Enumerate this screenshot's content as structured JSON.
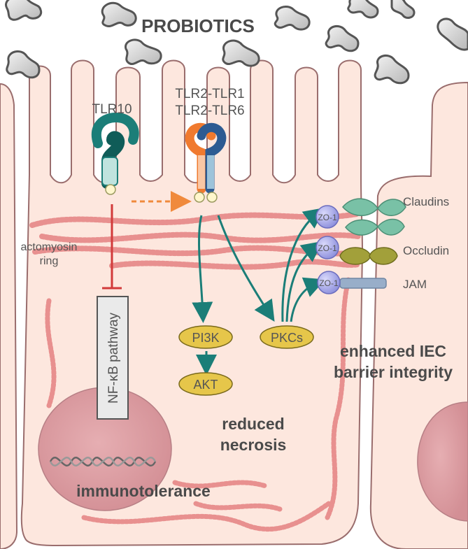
{
  "title": "PROBIOTICS",
  "receptors": {
    "tlr10": "TLR10",
    "tlr2_tlr1": "TLR2-TLR1",
    "tlr2_tlr6": "TLR2-TLR6"
  },
  "cytoskeleton": {
    "line1": "actomyosin",
    "line2": "ring"
  },
  "pathway": "NF-κB pathway",
  "kinases": {
    "pi3k": "PI3K",
    "akt": "AKT",
    "pkcs": "PKCs"
  },
  "junctions": {
    "zo1": "ZO-1",
    "claudins": "Claudins",
    "occludin": "Occludin",
    "jam": "JAM"
  },
  "outcomes": {
    "barrier_line1": "enhanced IEC",
    "barrier_line2": "barrier integrity",
    "necrosis_line1": "reduced",
    "necrosis_line2": "necrosis",
    "immuno": "immunotolerance"
  },
  "colors": {
    "cell_fill": "#fde7de",
    "cell_stroke": "#9a6d6d",
    "actin": "#e8908f",
    "nucleus": "#d99aa0",
    "teal_arrow": "#1b7e78",
    "orange_dashed": "#f08a3c",
    "inhibit_red": "#d23a3a",
    "kinase_fill": "#e6c64a",
    "zo1_fill": "#9fa0e3",
    "claudin_fill": "#79c1a6",
    "occludin_fill": "#a2a03a",
    "jam_fill": "#98aec9",
    "tlr10_color": "#1b7e78",
    "tlr2_color": "#f07a2f",
    "tlr1_6_color": "#2d5b92"
  }
}
